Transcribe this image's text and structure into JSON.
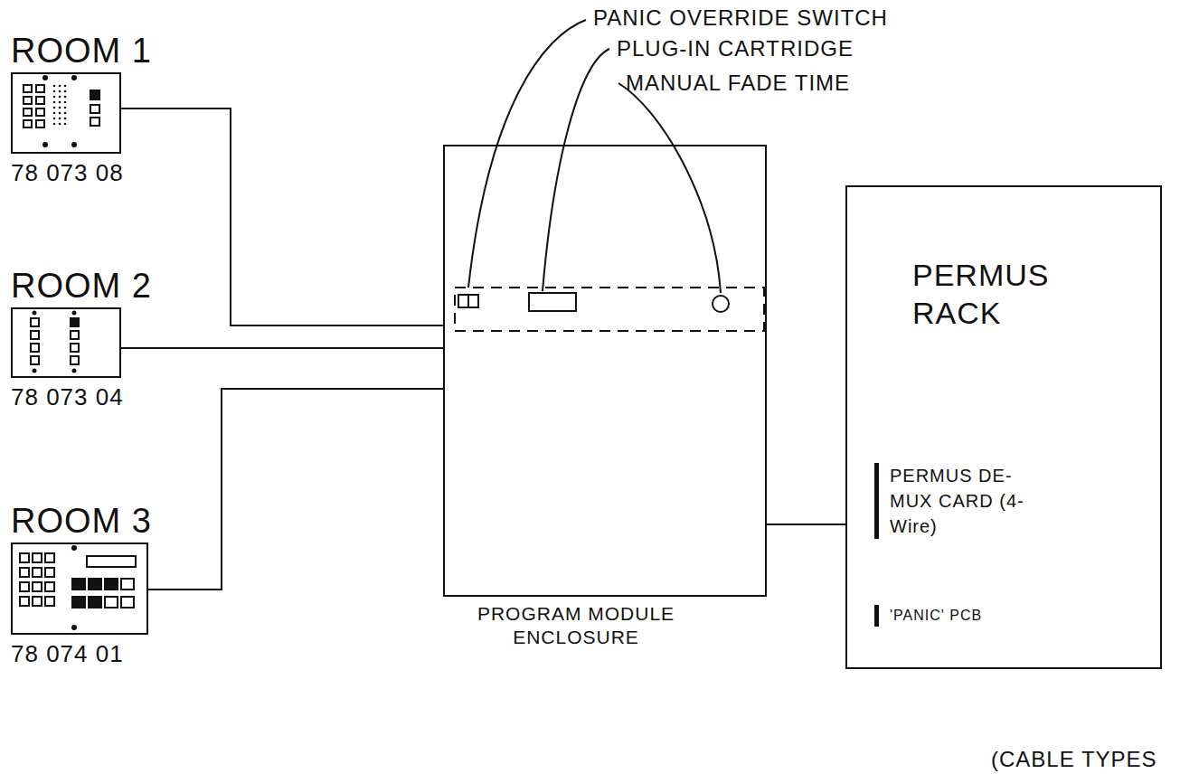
{
  "diagram": {
    "nodes": [
      {
        "text": [
          "ROOM 1",
          "78 073 08"
        ]
      },
      {
        "text": [
          "ROOM 2",
          "78 073 04"
        ]
      },
      {
        "text": [
          "ROOM 3",
          "78 074 01"
        ]
      },
      {
        "text": [
          "PROGRAM MODULE ENCLOSURE"
        ]
      },
      {
        "text": [
          "PERMUS RACK"
        ]
      },
      {
        "text": [
          "PERMUS DE-MUX CARD (4-Wire)"
        ],
        "in": 4
      },
      {
        "text": [
          "'PANIC' PCB"
        ],
        "in": 4
      }
    ],
    "edges": [
      {
        "from": 0,
        "to": 3,
        "arrow": "none"
      },
      {
        "from": 1,
        "to": 3,
        "arrow": "none"
      },
      {
        "from": 2,
        "to": 3,
        "arrow": "none"
      },
      {
        "from": 3,
        "to": 4,
        "arrow": "none"
      }
    ],
    "labels": [
      "PANIC OVERRIDE SWITCH",
      "PLUG-IN CARTRIDGE",
      "MANUAL FADE TIME",
      "(CABLE TYPES"
    ]
  }
}
